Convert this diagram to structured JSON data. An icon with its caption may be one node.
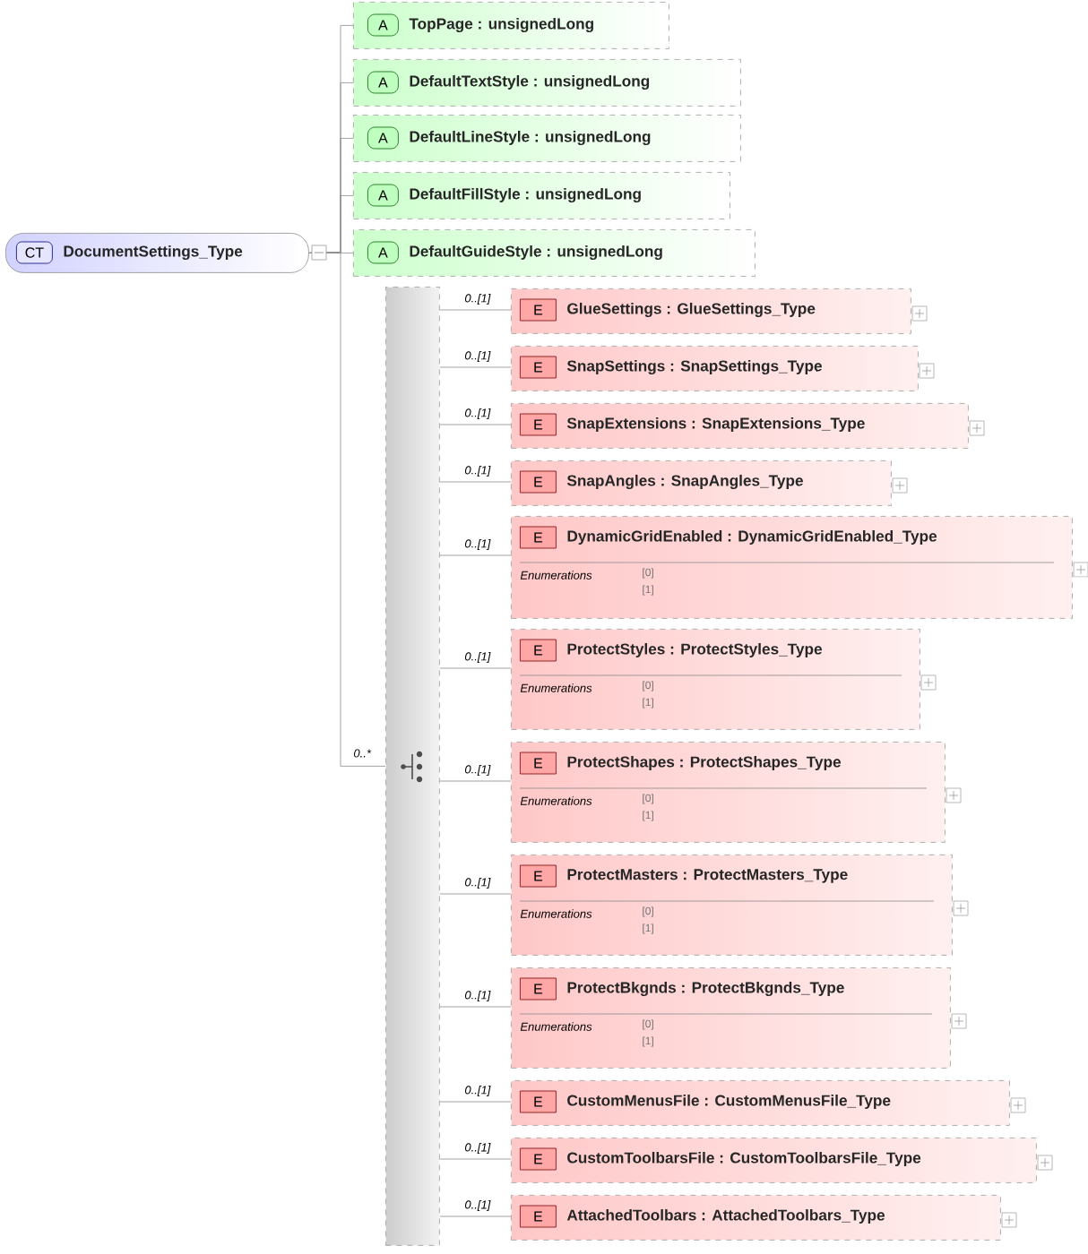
{
  "diagram": {
    "nodes": [
      {
        "text": [
          "CT",
          "DocumentSettings_Type"
        ]
      },
      {
        "text": [
          "A",
          "TopPage : unsignedLong"
        ]
      },
      {
        "text": [
          "A",
          "DefaultTextStyle : unsignedLong"
        ]
      },
      {
        "text": [
          "A",
          "DefaultLineStyle : unsignedLong"
        ]
      },
      {
        "text": [
          "A",
          "DefaultFillStyle : unsignedLong"
        ]
      },
      {
        "text": [
          "A",
          "DefaultGuideStyle : unsignedLong"
        ]
      },
      {
        "text": [],
        "shape": "bar"
      },
      {
        "text": [
          "E",
          "GlueSettings : GlueSettings_Type"
        ]
      },
      {
        "text": [
          "E",
          "SnapSettings : SnapSettings_Type"
        ]
      },
      {
        "text": [
          "E",
          "SnapExtensions : SnapExtensions_Type"
        ]
      },
      {
        "text": [
          "E",
          "SnapAngles : SnapAngles_Type"
        ]
      },
      {
        "text": [
          "E",
          "DynamicGridEnabled : DynamicGridEnabled_Type",
          "Enumerations",
          "[0]",
          "[1]"
        ]
      },
      {
        "text": [
          "E",
          "ProtectStyles : ProtectStyles_Type",
          "Enumerations",
          "[0]",
          "[1]"
        ]
      },
      {
        "text": [
          "E",
          "ProtectShapes : ProtectShapes_Type",
          "Enumerations",
          "[0]",
          "[1]"
        ]
      },
      {
        "text": [
          "E",
          "ProtectMasters : ProtectMasters_Type",
          "Enumerations",
          "[0]",
          "[1]"
        ]
      },
      {
        "text": [
          "E",
          "ProtectBkgnds : ProtectBkgnds_Type",
          "Enumerations",
          "[0]",
          "[1]"
        ]
      },
      {
        "text": [
          "E",
          "CustomMenusFile : CustomMenusFile_Type"
        ]
      },
      {
        "text": [
          "E",
          "CustomToolbarsFile : CustomToolbarsFile_Type"
        ]
      },
      {
        "text": [
          "E",
          "AttachedToolbars : AttachedToolbars_Type"
        ]
      }
    ],
    "edges": [
      {
        "from": 0,
        "to": 1,
        "arrow": "none"
      },
      {
        "from": 0,
        "to": 2,
        "arrow": "none"
      },
      {
        "from": 0,
        "to": 3,
        "arrow": "none"
      },
      {
        "from": 0,
        "to": 4,
        "arrow": "none"
      },
      {
        "from": 0,
        "to": 5,
        "arrow": "none"
      },
      {
        "from": 0,
        "to": 6,
        "arrow": "none",
        "label": "0..*"
      },
      {
        "from": 6,
        "to": 7,
        "arrow": "none",
        "label": "0..[1]"
      },
      {
        "from": 6,
        "to": 8,
        "arrow": "none",
        "label": "0..[1]"
      },
      {
        "from": 6,
        "to": 9,
        "arrow": "none",
        "label": "0..[1]"
      },
      {
        "from": 6,
        "to": 10,
        "arrow": "none",
        "label": "0..[1]"
      },
      {
        "from": 6,
        "to": 11,
        "arrow": "none",
        "label": "0..[1]"
      },
      {
        "from": 6,
        "to": 12,
        "arrow": "none",
        "label": "0..[1]"
      },
      {
        "from": 6,
        "to": 13,
        "arrow": "none",
        "label": "0..[1]"
      },
      {
        "from": 6,
        "to": 14,
        "arrow": "none",
        "label": "0..[1]"
      },
      {
        "from": 6,
        "to": 15,
        "arrow": "none",
        "label": "0..[1]"
      },
      {
        "from": 6,
        "to": 16,
        "arrow": "none",
        "label": "0..[1]"
      },
      {
        "from": 6,
        "to": 17,
        "arrow": "none",
        "label": "0..[1]"
      },
      {
        "from": 6,
        "to": 18,
        "arrow": "none",
        "label": "0..[1]"
      }
    ]
  }
}
